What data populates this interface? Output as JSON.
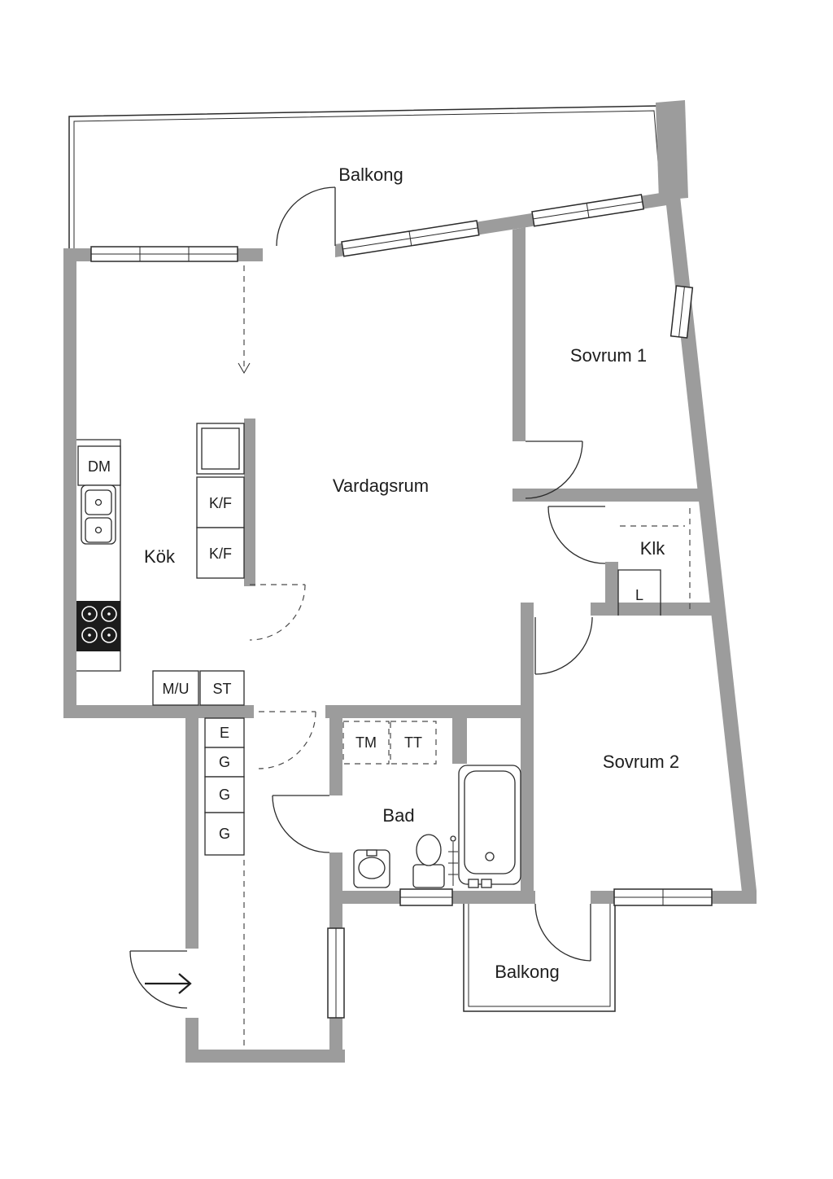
{
  "plan": {
    "balcony_top": "Balkong",
    "balcony_bottom": "Balkong",
    "bedroom1": "Sovrum 1",
    "bedroom2": "Sovrum 2",
    "living_room": "Vardagsrum",
    "kitchen": "Kök",
    "bathroom": "Bad",
    "closet": "Klk",
    "linen_closet": "L",
    "dishwasher": "DM",
    "fridge_freezer_1": "K/F",
    "fridge_freezer_2": "K/F",
    "micro_oven": "M/U",
    "cleaning_closet": "ST",
    "wardrobe_e": "E",
    "wardrobe_g1": "G",
    "wardrobe_g2": "G",
    "wardrobe_g3": "G",
    "washing_machine": "TM",
    "tumble_dryer": "TT"
  },
  "colors": {
    "wall": "#9c9c9c",
    "text": "#1d1d1d",
    "background": "#ffffff"
  }
}
